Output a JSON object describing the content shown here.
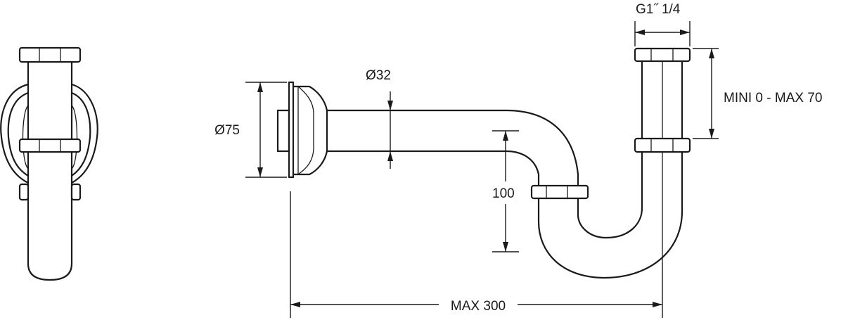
{
  "dimensions": {
    "thread": "G1˝ 1/4",
    "diameter_tube": "Ø32",
    "diameter_flange": "Ø75",
    "drop_height": "100",
    "adjust_range": "MINI 0 - MAX 70",
    "max_length": "MAX 300"
  },
  "colors": {
    "line": "#1a1a1a",
    "background": "#ffffff"
  }
}
